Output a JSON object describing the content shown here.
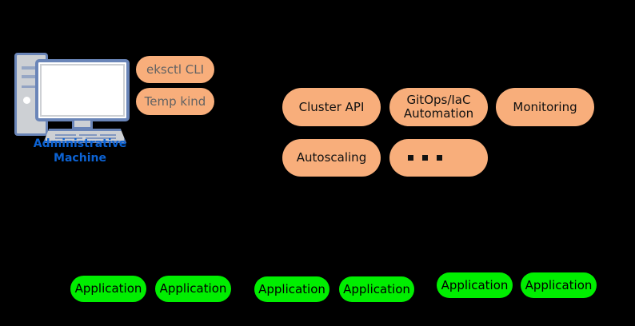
{
  "diagram": {
    "background_color": "#000000",
    "admin_machine": {
      "icon": "desktop-computer-icon",
      "caption": "Administrative\nMachine",
      "caption_color": "#0c63d4",
      "tools": [
        {
          "label": "eksctl CLI",
          "color": "#f8ae7b",
          "text_color": "#636363"
        },
        {
          "label": "Temp kind",
          "color": "#f8ae7b",
          "text_color": "#636363"
        }
      ]
    },
    "platform_components": {
      "color": "#f8ae7b",
      "text_color": "#111111",
      "items": [
        {
          "label": "Cluster API"
        },
        {
          "label": "GitOps/IaC\nAutomation"
        },
        {
          "label": "Monitoring"
        },
        {
          "label": "Autoscaling"
        },
        {
          "label": "...",
          "is_ellipsis": true
        }
      ]
    },
    "application_groups": {
      "color": "#00ee00",
      "text_color": "#000000",
      "groups": [
        {
          "apps": [
            {
              "label": "Application"
            },
            {
              "label": "Application"
            }
          ]
        },
        {
          "apps": [
            {
              "label": "Application"
            },
            {
              "label": "Application"
            }
          ]
        },
        {
          "apps": [
            {
              "label": "Application"
            },
            {
              "label": "Application"
            }
          ]
        }
      ]
    }
  }
}
